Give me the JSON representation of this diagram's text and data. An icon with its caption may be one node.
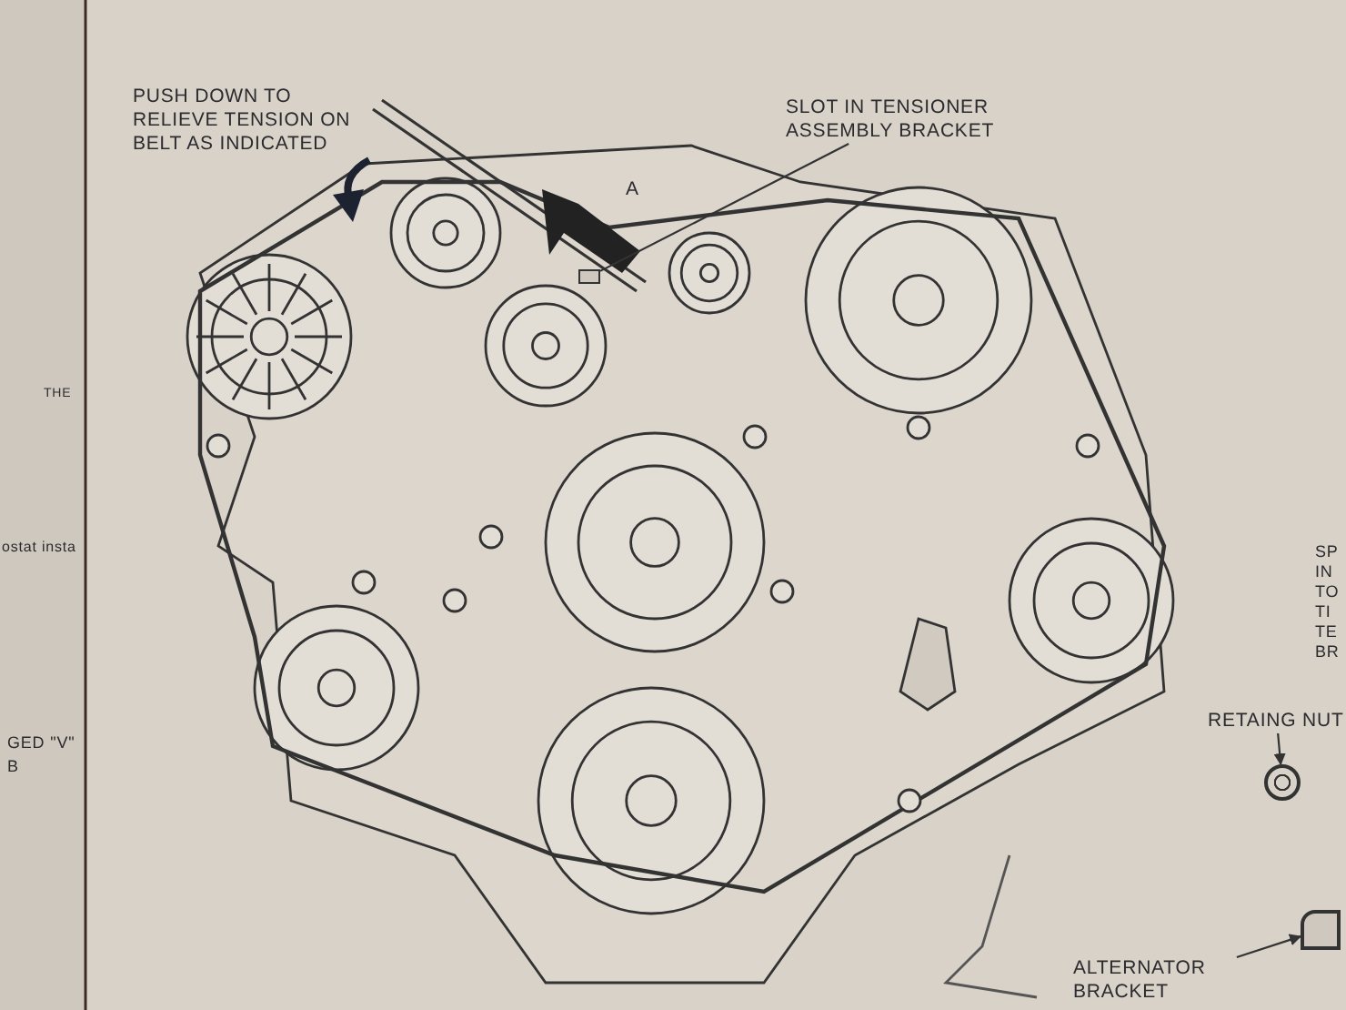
{
  "diagram": {
    "nodes": [
      {
        "text": [
          "SLOT IN TENSIONER ASSEMBLY BRACKET"
        ]
      },
      {
        "text": [],
        "shape": "box"
      },
      {
        "text": [
          "RETAING NUT"
        ]
      },
      {
        "text": [],
        "shape": "picture"
      },
      {
        "text": [
          "ALTERNATOR BRACKET"
        ]
      },
      {
        "text": [],
        "shape": "box"
      }
    ],
    "edges": [
      {
        "from": 0,
        "to": 1,
        "arrow": "none"
      },
      {
        "from": 2,
        "to": 3,
        "arrow": "to"
      },
      {
        "from": 4,
        "to": 5,
        "arrow": "to"
      }
    ],
    "labels": [
      "PUSH DOWN TO RELIEVE TENSION ON BELT AS INDICATED",
      "A",
      "THE",
      "ostat insta",
      "GED \"V\" B",
      "SP IN TO TI TE BR"
    ]
  }
}
